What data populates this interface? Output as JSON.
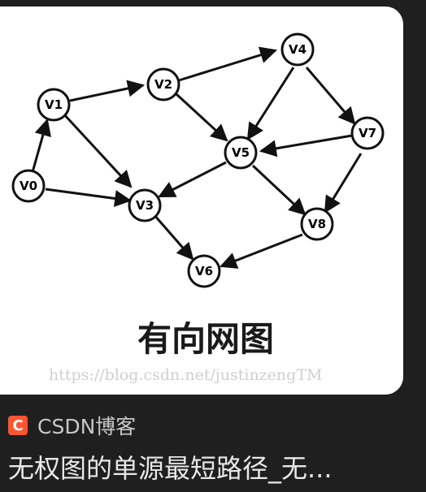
{
  "result": {
    "image": {
      "title": "有向网图",
      "watermark": "https://blog.csdn.net/justinzengTM",
      "nodes": [
        "V0",
        "V1",
        "V2",
        "V3",
        "V4",
        "V5",
        "V6",
        "V7",
        "V8"
      ]
    },
    "source": {
      "logo_letter": "C",
      "logo_color": "#fc5531",
      "name": "CSDN博客"
    },
    "title": "无权图的单源最短路径_无..."
  }
}
